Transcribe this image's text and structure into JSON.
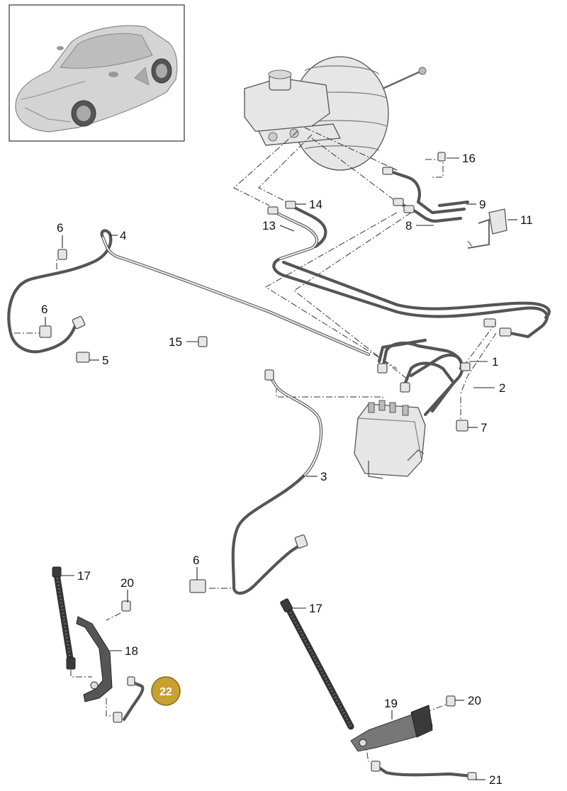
{
  "diagram": {
    "callouts": [
      {
        "id": "c1",
        "text": "1"
      },
      {
        "id": "c2",
        "text": "2"
      },
      {
        "id": "c3",
        "text": "3"
      },
      {
        "id": "c4",
        "text": "4"
      },
      {
        "id": "c5",
        "text": "5"
      },
      {
        "id": "c6a",
        "text": "6"
      },
      {
        "id": "c6b",
        "text": "6"
      },
      {
        "id": "c6c",
        "text": "6"
      },
      {
        "id": "c7",
        "text": "7"
      },
      {
        "id": "c8",
        "text": "8"
      },
      {
        "id": "c9",
        "text": "9"
      },
      {
        "id": "c11",
        "text": "11"
      },
      {
        "id": "c13",
        "text": "13"
      },
      {
        "id": "c14",
        "text": "14"
      },
      {
        "id": "c15",
        "text": "15"
      },
      {
        "id": "c16",
        "text": "16"
      },
      {
        "id": "c17a",
        "text": "17"
      },
      {
        "id": "c17b",
        "text": "17"
      },
      {
        "id": "c18",
        "text": "18"
      },
      {
        "id": "c19",
        "text": "19"
      },
      {
        "id": "c20a",
        "text": "20"
      },
      {
        "id": "c20b",
        "text": "20"
      },
      {
        "id": "c21",
        "text": "21"
      }
    ],
    "highlight_badge": {
      "text": "22",
      "color": "#c9a132"
    },
    "thumbnail": {
      "icon": "car-thumbnail-icon"
    },
    "colors": {
      "line": "#555555",
      "part_fill": "#e6e6e6",
      "badge": "#c9a132"
    }
  }
}
